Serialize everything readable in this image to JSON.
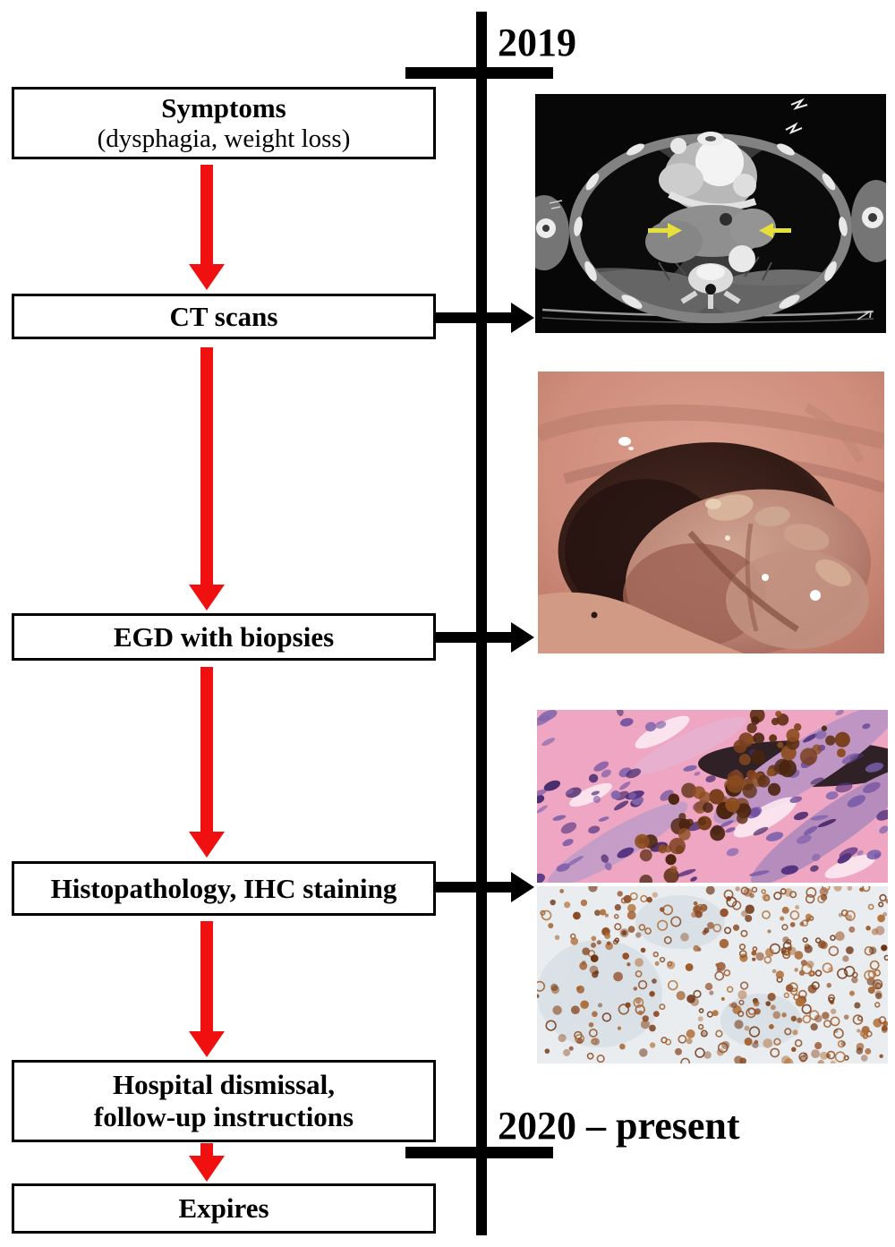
{
  "colors": {
    "arrow_red": "#f01010",
    "line_black": "#000000"
  },
  "timeline": {
    "start_label": "2019",
    "end_label": "2020 – present"
  },
  "flow": {
    "steps": [
      {
        "id": "symptoms",
        "title": "Symptoms",
        "subtitle": "(dysphagia, weight loss)"
      },
      {
        "id": "ct-scans",
        "title": "CT scans"
      },
      {
        "id": "egd",
        "title": "EGD with biopsies"
      },
      {
        "id": "histopathology",
        "title": "Histopathology, IHC staining"
      },
      {
        "id": "hospital-dismissal",
        "title": "Hospital dismissal,",
        "subtitle": "follow-up instructions"
      },
      {
        "id": "expires",
        "title": "Expires"
      }
    ]
  }
}
